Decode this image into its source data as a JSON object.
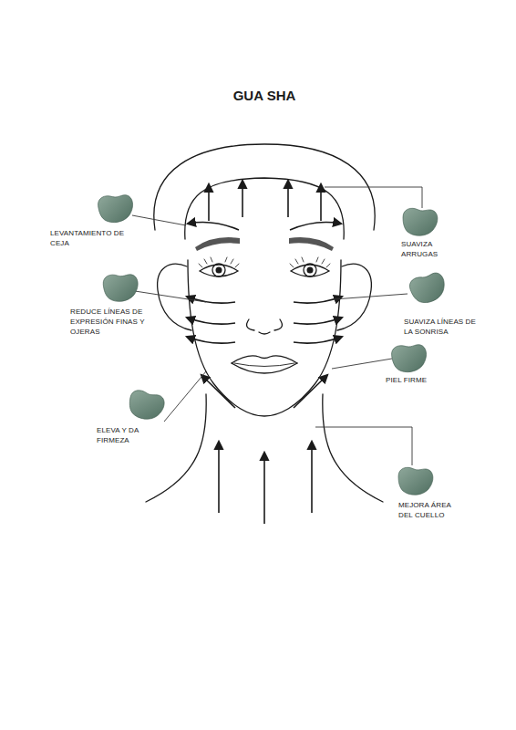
{
  "diagram": {
    "title": "GUA SHA",
    "labels": [
      "LEVANTAMIENTO DE CEJA",
      "SUAVIZA ARRUGAS",
      "REDUCE LÍNEAS DE EXPRESIÓN FINAS Y OJERAS",
      "SUAVIZA LÍNEAS DE LA SONRISA",
      "PIEL FIRME",
      "ELEVA Y DA FIRMEZA",
      "MEJORA ÁREA DEL CUELLO"
    ]
  }
}
